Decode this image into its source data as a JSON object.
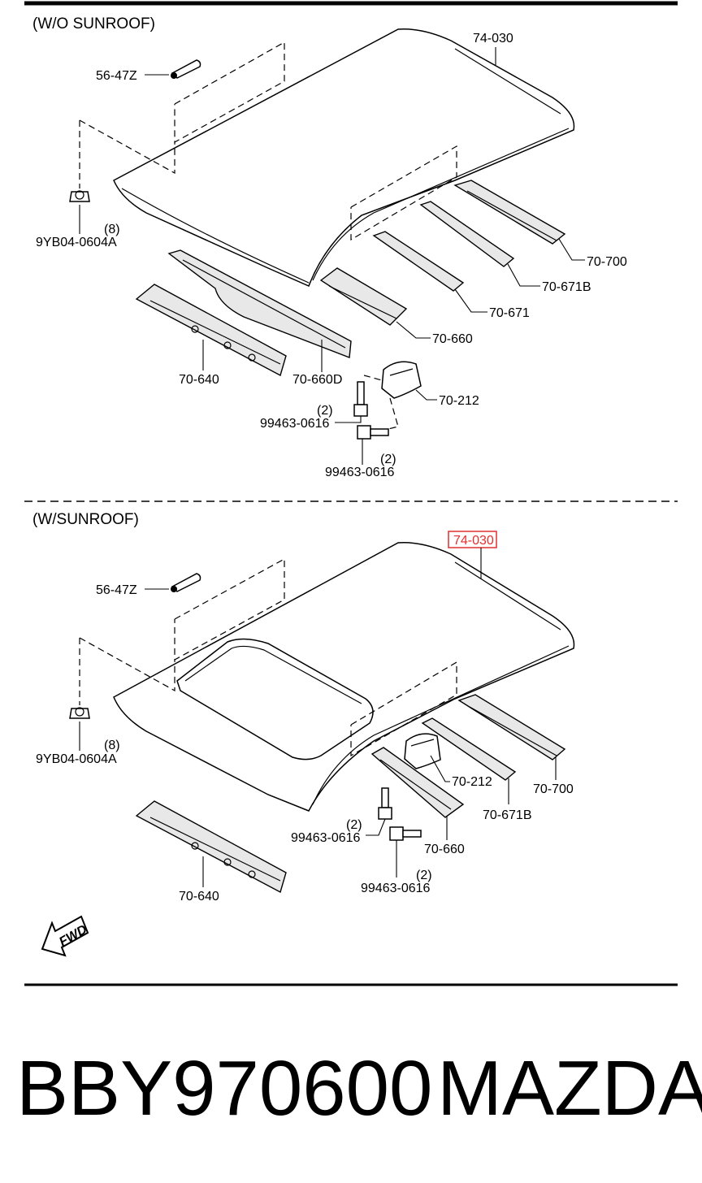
{
  "sections": {
    "top_title": "(W/O SUNROOF)",
    "bottom_title": "(W/SUNROOF)"
  },
  "top": {
    "roof": "74-030",
    "clip": "56-47Z",
    "nut": "9YB04-0604A",
    "nut_qty": "(8)",
    "rail_700": "70-700",
    "rail_671b": "70-671B",
    "rail_671": "70-671",
    "rail_660": "70-660",
    "rail_660d": "70-660D",
    "rail_640": "70-640",
    "bracket": "70-212",
    "bolt_a": "99463-0616",
    "bolt_a_qty": "(2)",
    "bolt_b": "99463-0616",
    "bolt_b_qty": "(2)"
  },
  "bottom": {
    "roof": "74-030",
    "clip": "56-47Z",
    "nut": "9YB04-0604A",
    "nut_qty": "(8)",
    "rail_700": "70-700",
    "rail_671b": "70-671B",
    "bracket": "70-212",
    "rail_660": "70-660",
    "rail_640": "70-640",
    "bolt_a": "99463-0616",
    "bolt_a_qty": "(2)",
    "bolt_b": "99463-0616",
    "bolt_b_qty": "(2)"
  },
  "fwd_label": "FWD",
  "caption": {
    "part_number": "BBY970600",
    "brand": "MAZDA"
  },
  "colors": {
    "highlight": "#e03030"
  }
}
